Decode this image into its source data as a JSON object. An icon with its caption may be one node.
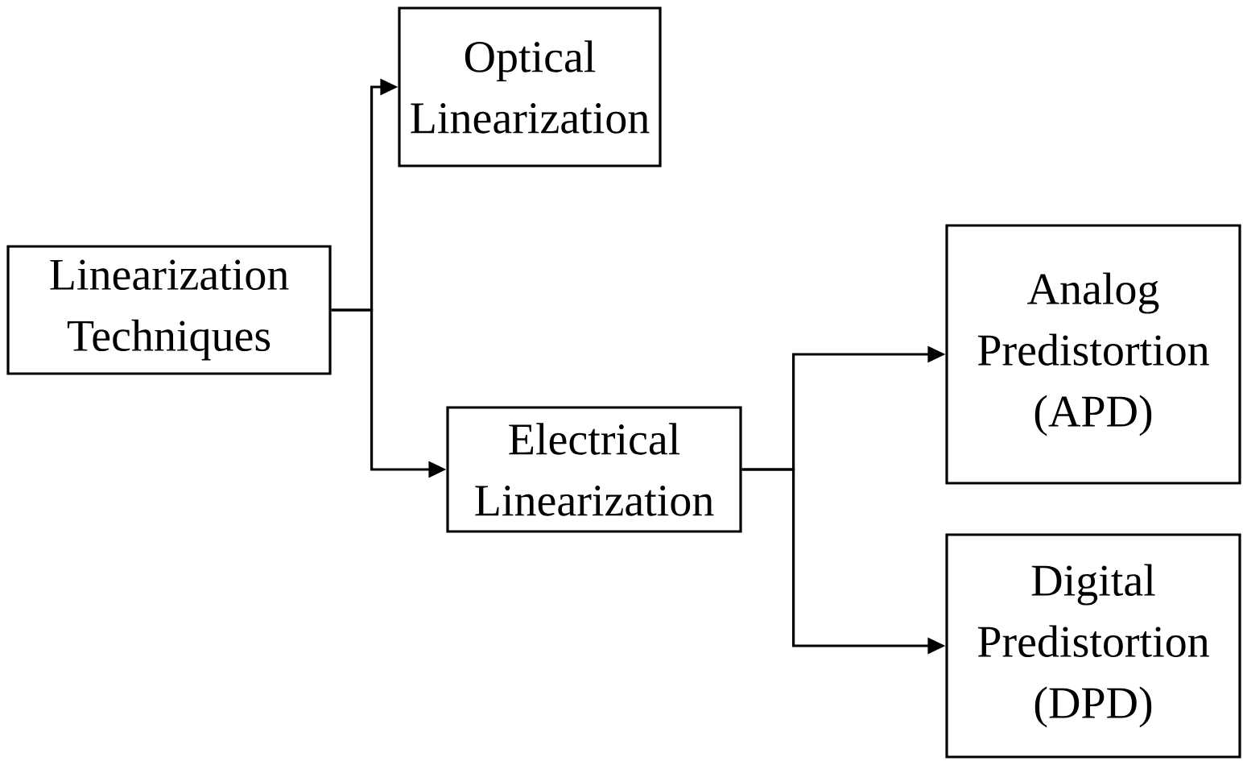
{
  "diagram": {
    "nodes": [
      {
        "text": [
          "Linearization Techniques"
        ]
      },
      {
        "text": [
          "Optical Linearization"
        ]
      },
      {
        "text": [
          "Electrical Linearization"
        ]
      },
      {
        "text": [
          "Analog Predistortion (APD)"
        ]
      },
      {
        "text": [
          "Digital Predistortion (DPD)"
        ]
      }
    ],
    "edges": [
      {
        "from": 0,
        "to": 1,
        "arrow": "to"
      },
      {
        "from": 0,
        "to": 2,
        "arrow": "to"
      },
      {
        "from": 2,
        "to": 3,
        "arrow": "to"
      },
      {
        "from": 2,
        "to": 4,
        "arrow": "to"
      }
    ]
  }
}
